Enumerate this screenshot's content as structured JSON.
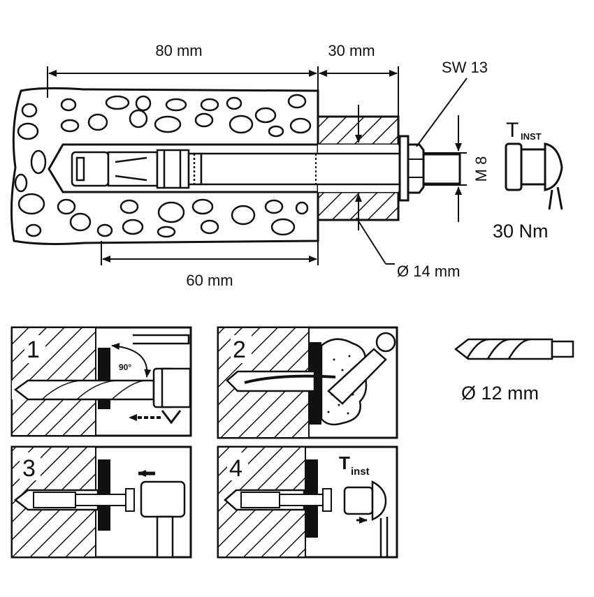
{
  "main_drawing": {
    "embedment_depth": "80 mm",
    "fixture_thickness": "30 mm",
    "wrench_size": "SW 13",
    "thread": "M 8",
    "torque_symbol": "T",
    "torque_subscript": "INST",
    "torque_value": "30 Nm",
    "clearance_hole": "Ø 14 mm",
    "min_depth": "60 mm"
  },
  "drill_bit": {
    "diameter": "Ø 12 mm"
  },
  "steps": [
    {
      "number": "1",
      "angle": "90°"
    },
    {
      "number": "2"
    },
    {
      "number": "3"
    },
    {
      "number": "4",
      "torque_symbol": "T",
      "torque_subscript": "inst"
    }
  ]
}
